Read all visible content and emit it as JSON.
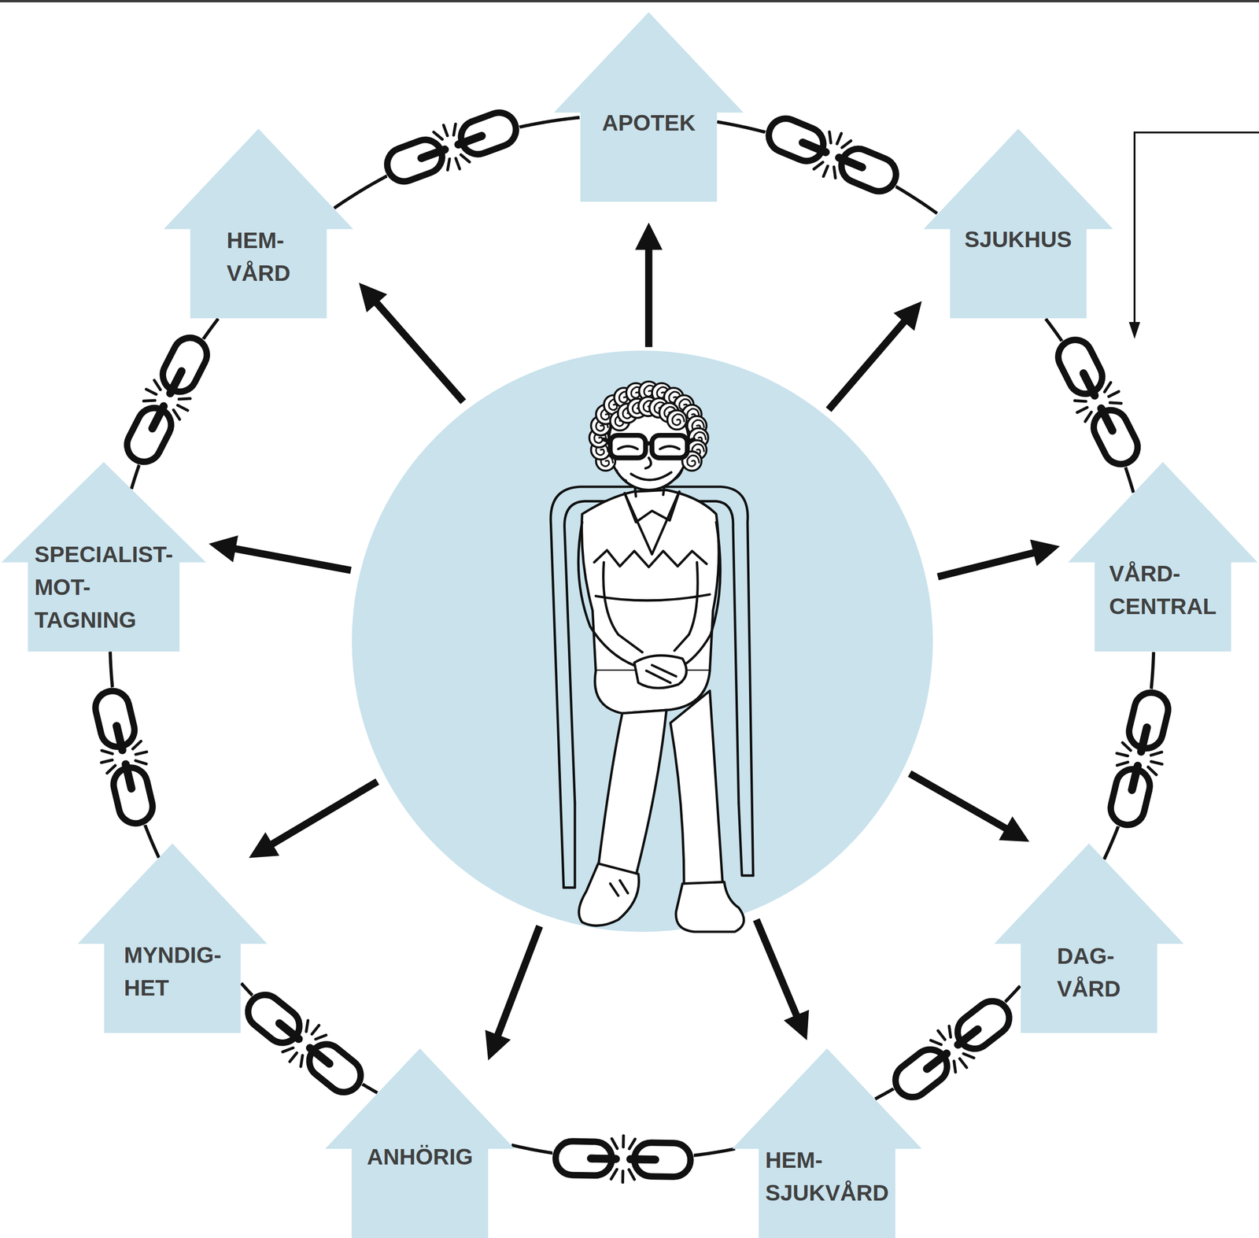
{
  "diagram": {
    "nodes": [
      {
        "text": [
          "APOTEK"
        ]
      },
      {
        "text": [
          "SJUKHUS"
        ]
      },
      {
        "text": [
          "VÅRD- CENTRAL"
        ]
      },
      {
        "text": [
          "DAG- VÅRD"
        ]
      },
      {
        "text": [
          "HEM- SJUKVÅRD"
        ]
      },
      {
        "text": [
          "ANHÖRIG"
        ]
      },
      {
        "text": [
          "MYNDIG- HET"
        ]
      },
      {
        "text": [
          "SPECIALIST- MOT- TAGNING"
        ]
      },
      {
        "text": [
          "HEM- VÅRD"
        ]
      }
    ],
    "edges": [
      {
        "from": 0,
        "to": 1,
        "arrow": "none"
      },
      {
        "from": 1,
        "to": 2,
        "arrow": "none"
      },
      {
        "from": 2,
        "to": 3,
        "arrow": "none"
      },
      {
        "from": 3,
        "to": 4,
        "arrow": "none"
      },
      {
        "from": 4,
        "to": 5,
        "arrow": "none"
      },
      {
        "from": 5,
        "to": 6,
        "arrow": "none"
      },
      {
        "from": 6,
        "to": 7,
        "arrow": "none"
      },
      {
        "from": 7,
        "to": 8,
        "arrow": "none"
      },
      {
        "from": 8,
        "to": 0,
        "arrow": "none"
      }
    ]
  }
}
